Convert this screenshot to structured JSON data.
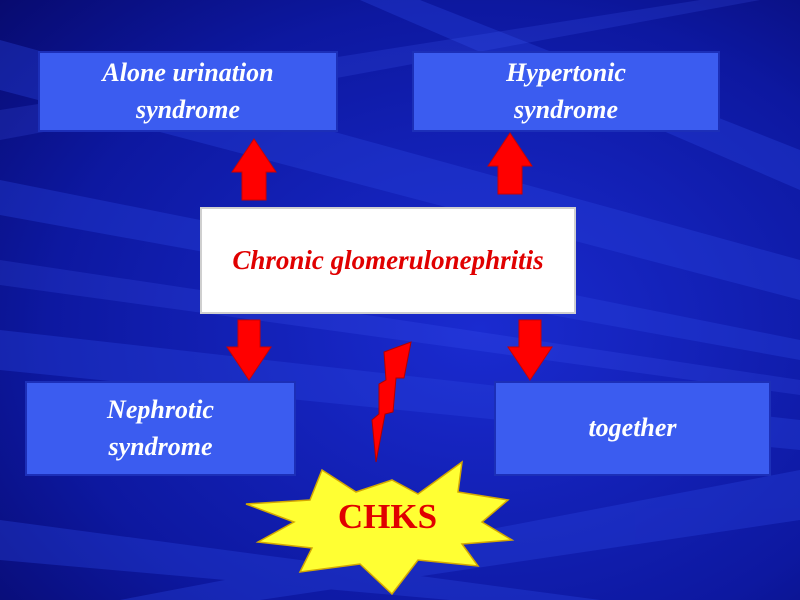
{
  "colors": {
    "background": "#0a0a7a",
    "box_fill": "#3b5cf0",
    "box_text": "#ffffff",
    "center_text": "#e00000",
    "arrow": "#ff0000",
    "burst": "#ffff33"
  },
  "boxes": {
    "top_left": {
      "lines": [
        "Alone urination",
        "syndrome"
      ]
    },
    "top_right": {
      "lines": [
        "Hypertonic",
        "syndrome"
      ]
    },
    "center": {
      "text": "Chronic glomerulonephritis"
    },
    "bottom_left": {
      "lines": [
        "Nephrotic",
        "syndrome"
      ]
    },
    "bottom_right": {
      "text": "together"
    }
  },
  "burst": {
    "label": "CHKS"
  },
  "icons": [
    "arrow-up-icon",
    "arrow-down-icon",
    "lightning-bolt-icon",
    "explosion-burst-icon"
  ]
}
